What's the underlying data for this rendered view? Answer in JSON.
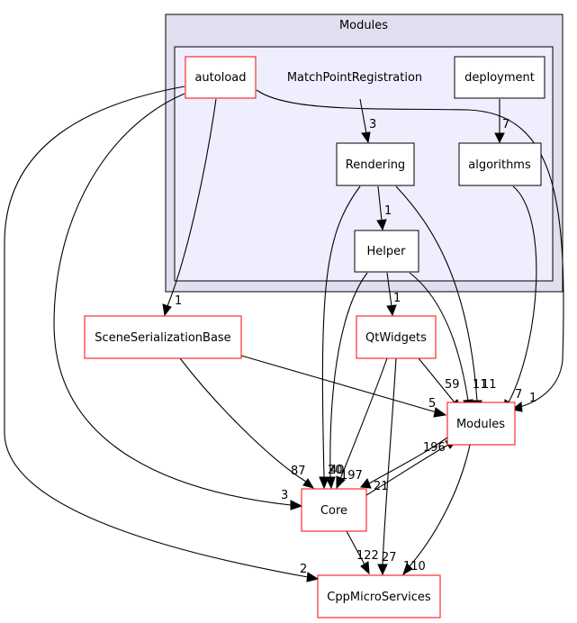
{
  "clusters": {
    "outer": "Modules",
    "inner": "MatchPointRegistration"
  },
  "nodes": {
    "autoload": "autoload",
    "deployment": "deployment",
    "rendering": "Rendering",
    "algorithms": "algorithms",
    "helper": "Helper",
    "scene_serialization_base": "SceneSerializationBase",
    "qtwidgets": "QtWidgets",
    "modules": "Modules",
    "core": "Core",
    "cppmicroservices": "CppMicroServices"
  },
  "edge_labels": {
    "inner_to_rendering": "3",
    "deployment_to_algorithms": "7",
    "rendering_to_helper": "1",
    "autoload_to_sceneser": "1",
    "helper_to_qtwidgets": "1",
    "qtwidgets_to_modules": "59",
    "rendering_to_modules": "11",
    "helper_to_modules": "11",
    "algorithms_to_modules": "7",
    "autoload_to_modules": "1",
    "sceneser_to_modules": "5",
    "core_to_modules": "21",
    "modules_to_core": "196",
    "sceneser_to_core": "87",
    "rendering_to_core": "40",
    "helper_to_core": "20",
    "qtwidgets_to_core": "197",
    "autoload_to_core": "3",
    "autoload_to_cppmicro": "2",
    "core_to_cppmicro": "122",
    "qtwidgets_to_cppmicro": "27",
    "modules_to_cppmicro": "110"
  },
  "colors": {
    "external_node_border": "#ff0000",
    "internal_node_border": "#000000",
    "outer_cluster_fill": "#dfdfef",
    "inner_cluster_fill": "#eeeeff"
  }
}
